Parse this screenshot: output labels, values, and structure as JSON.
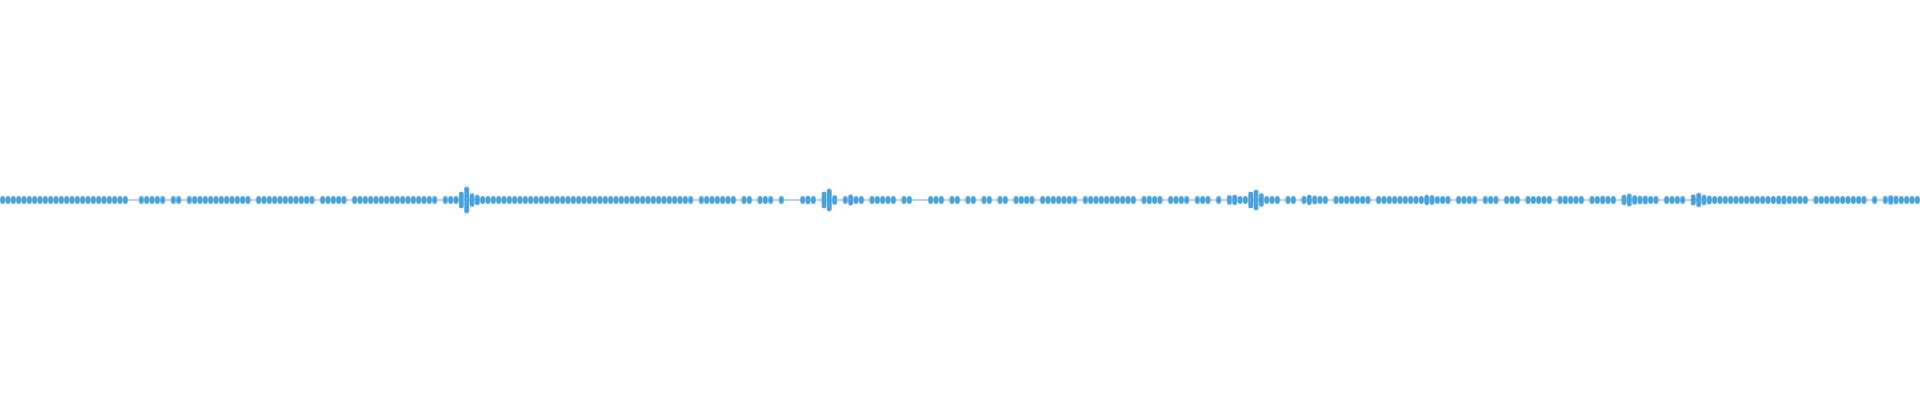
{
  "colors": {
    "background": "#ffffff",
    "waveform": "#4aa3df"
  },
  "waveform": {
    "samples": [
      0.05,
      0.05,
      0.06,
      0.05,
      0.05,
      0.06,
      0.05,
      0.05,
      0.05,
      0.06,
      0.05,
      0.05,
      0.05,
      0.04,
      0.05,
      0.05,
      0.04,
      0.05,
      0.05,
      0.04,
      0.04,
      0.04,
      0.03,
      0.04,
      0.0,
      0.0,
      0.03,
      0.04,
      0.03,
      0.04,
      0.03,
      0.0,
      0.03,
      0.04,
      0.0,
      0.03,
      0.05,
      0.04,
      0.04,
      0.05,
      0.05,
      0.05,
      0.04,
      0.05,
      0.05,
      0.04,
      0.03,
      0.0,
      0.04,
      0.05,
      0.05,
      0.04,
      0.04,
      0.05,
      0.04,
      0.04,
      0.03,
      0.04,
      0.04,
      0.0,
      0.03,
      0.04,
      0.04,
      0.04,
      0.03,
      0.0,
      0.04,
      0.05,
      0.05,
      0.04,
      0.05,
      0.04,
      0.03,
      0.04,
      0.05,
      0.05,
      0.05,
      0.04,
      0.04,
      0.05,
      0.05,
      0.04,
      0.0,
      0.02,
      0.05,
      0.07,
      0.3,
      0.55,
      0.22,
      0.14,
      0.08,
      0.06,
      0.05,
      0.04,
      0.03,
      0.03,
      0.03,
      0.03,
      0.03,
      0.03,
      0.03,
      0.03,
      0.03,
      0.03,
      0.03,
      0.03,
      0.03,
      0.03,
      0.03,
      0.04,
      0.04,
      0.05,
      0.05,
      0.04,
      0.05,
      0.05,
      0.04,
      0.04,
      0.05,
      0.05,
      0.05,
      0.06,
      0.05,
      0.05,
      0.04,
      0.05,
      0.04,
      0.04,
      0.03,
      0.04,
      0.0,
      0.04,
      0.05,
      0.04,
      0.04,
      0.05,
      0.04,
      0.04,
      0.0,
      0.02,
      0.03,
      0.0,
      0.06,
      0.08,
      0.07,
      0.0,
      0.02,
      0.0,
      0.0,
      0.0,
      0.05,
      0.09,
      0.04,
      0.0,
      0.3,
      0.45,
      0.12,
      0.0,
      0.06,
      0.16,
      0.06,
      0.04,
      0.0,
      0.04,
      0.04,
      0.03,
      0.04,
      0.04,
      0.0,
      0.04,
      0.03,
      0.0,
      0.0,
      0.0,
      0.03,
      0.04,
      0.03,
      0.0,
      0.04,
      0.03,
      0.0,
      0.06,
      0.07,
      0.0,
      0.04,
      0.05,
      0.0,
      0.04,
      0.04,
      0.0,
      0.05,
      0.04,
      0.05,
      0.04,
      0.0,
      0.04,
      0.06,
      0.05,
      0.04,
      0.05,
      0.05,
      0.04,
      0.0,
      0.05,
      0.04,
      0.05,
      0.05,
      0.06,
      0.05,
      0.04,
      0.04,
      0.05,
      0.04,
      0.0,
      0.05,
      0.09,
      0.08,
      0.06,
      0.0,
      0.04,
      0.05,
      0.06,
      0.05,
      0.0,
      0.05,
      0.06,
      0.05,
      0.0,
      0.04,
      0.0,
      0.12,
      0.14,
      0.05,
      0.08,
      0.3,
      0.4,
      0.22,
      0.05,
      0.03,
      0.04,
      0.0,
      0.03,
      0.04,
      0.0,
      0.08,
      0.14,
      0.1,
      0.06,
      0.05,
      0.0,
      0.04,
      0.05,
      0.05,
      0.06,
      0.04,
      0.04,
      0.05,
      0.0,
      0.04,
      0.05,
      0.06,
      0.05,
      0.04,
      0.05,
      0.05,
      0.06,
      0.08,
      0.14,
      0.12,
      0.07,
      0.06,
      0.05,
      0.0,
      0.04,
      0.05,
      0.06,
      0.05,
      0.0,
      0.03,
      0.05,
      0.04,
      0.0,
      0.04,
      0.05,
      0.05,
      0.0,
      0.05,
      0.07,
      0.08,
      0.06,
      0.05,
      0.0,
      0.06,
      0.09,
      0.07,
      0.06,
      0.05,
      0.0,
      0.04,
      0.06,
      0.09,
      0.05,
      0.06,
      0.0,
      0.14,
      0.2,
      0.12,
      0.09,
      0.1,
      0.06,
      0.05,
      0.0,
      0.04,
      0.05,
      0.06,
      0.05,
      0.0,
      0.16,
      0.24,
      0.14,
      0.1,
      0.08,
      0.06,
      0.05,
      0.04,
      0.03,
      0.04,
      0.05,
      0.06,
      0.05,
      0.06,
      0.07,
      0.08,
      0.09,
      0.1,
      0.08,
      0.07,
      0.06,
      0.05,
      0.0,
      0.05,
      0.06,
      0.05,
      0.06,
      0.07,
      0.07,
      0.08,
      0.07,
      0.06,
      0.05,
      0.0,
      0.04,
      0.0,
      0.08,
      0.12,
      0.09,
      0.07,
      0.06,
      0.05,
      0.05
    ]
  }
}
